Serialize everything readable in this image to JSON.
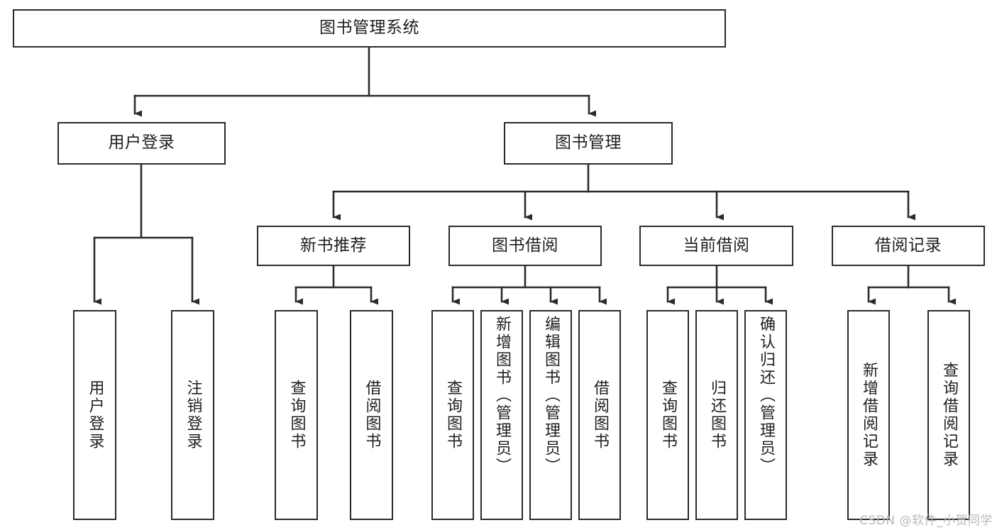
{
  "diagram": {
    "type": "tree",
    "title": "图书管理系统",
    "root": {
      "id": "root",
      "label": "图书管理系统"
    },
    "level2": [
      {
        "id": "user-login",
        "label": "用户登录"
      },
      {
        "id": "book-manage",
        "label": "图书管理"
      }
    ],
    "level3": [
      {
        "id": "new-book-rec",
        "label": "新书推荐",
        "parent": "book-manage"
      },
      {
        "id": "book-borrow",
        "label": "图书借阅",
        "parent": "book-manage"
      },
      {
        "id": "current-borrow",
        "label": "当前借阅",
        "parent": "book-manage"
      },
      {
        "id": "borrow-record",
        "label": "借阅记录",
        "parent": "book-manage"
      }
    ],
    "leaves": {
      "user_login": [
        {
          "id": "leaf-user-login",
          "label": "用户登录"
        },
        {
          "id": "leaf-logout",
          "label": "注销登录"
        }
      ],
      "new_book_rec": [
        {
          "id": "leaf-query-book-1",
          "label": "查询图书"
        },
        {
          "id": "leaf-borrow-book-1",
          "label": "借阅图书"
        }
      ],
      "book_borrow": [
        {
          "id": "leaf-query-book-2",
          "label": "查询图书"
        },
        {
          "id": "leaf-add-book",
          "label": "新增图书（管理员）"
        },
        {
          "id": "leaf-edit-book",
          "label": "编辑图书（管理员）"
        },
        {
          "id": "leaf-borrow-book-2",
          "label": "借阅图书"
        }
      ],
      "current_borrow": [
        {
          "id": "leaf-query-book-3",
          "label": "查询图书"
        },
        {
          "id": "leaf-return-book",
          "label": "归还图书"
        },
        {
          "id": "leaf-confirm-return",
          "label": "确认归还（管理员）"
        }
      ],
      "borrow_record": [
        {
          "id": "leaf-add-record",
          "label": "新增借阅记录"
        },
        {
          "id": "leaf-query-record",
          "label": "查询借阅记录"
        }
      ]
    }
  },
  "watermark": {
    "text": "CSDN @软件_小贺同学"
  },
  "colors": {
    "box_border": "#2b2b2b",
    "box_fill": "#ffffff",
    "connector": "#2b2b2b",
    "text": "#1f1f1f",
    "watermark": "#b9b9b9",
    "background": "#ffffff"
  }
}
